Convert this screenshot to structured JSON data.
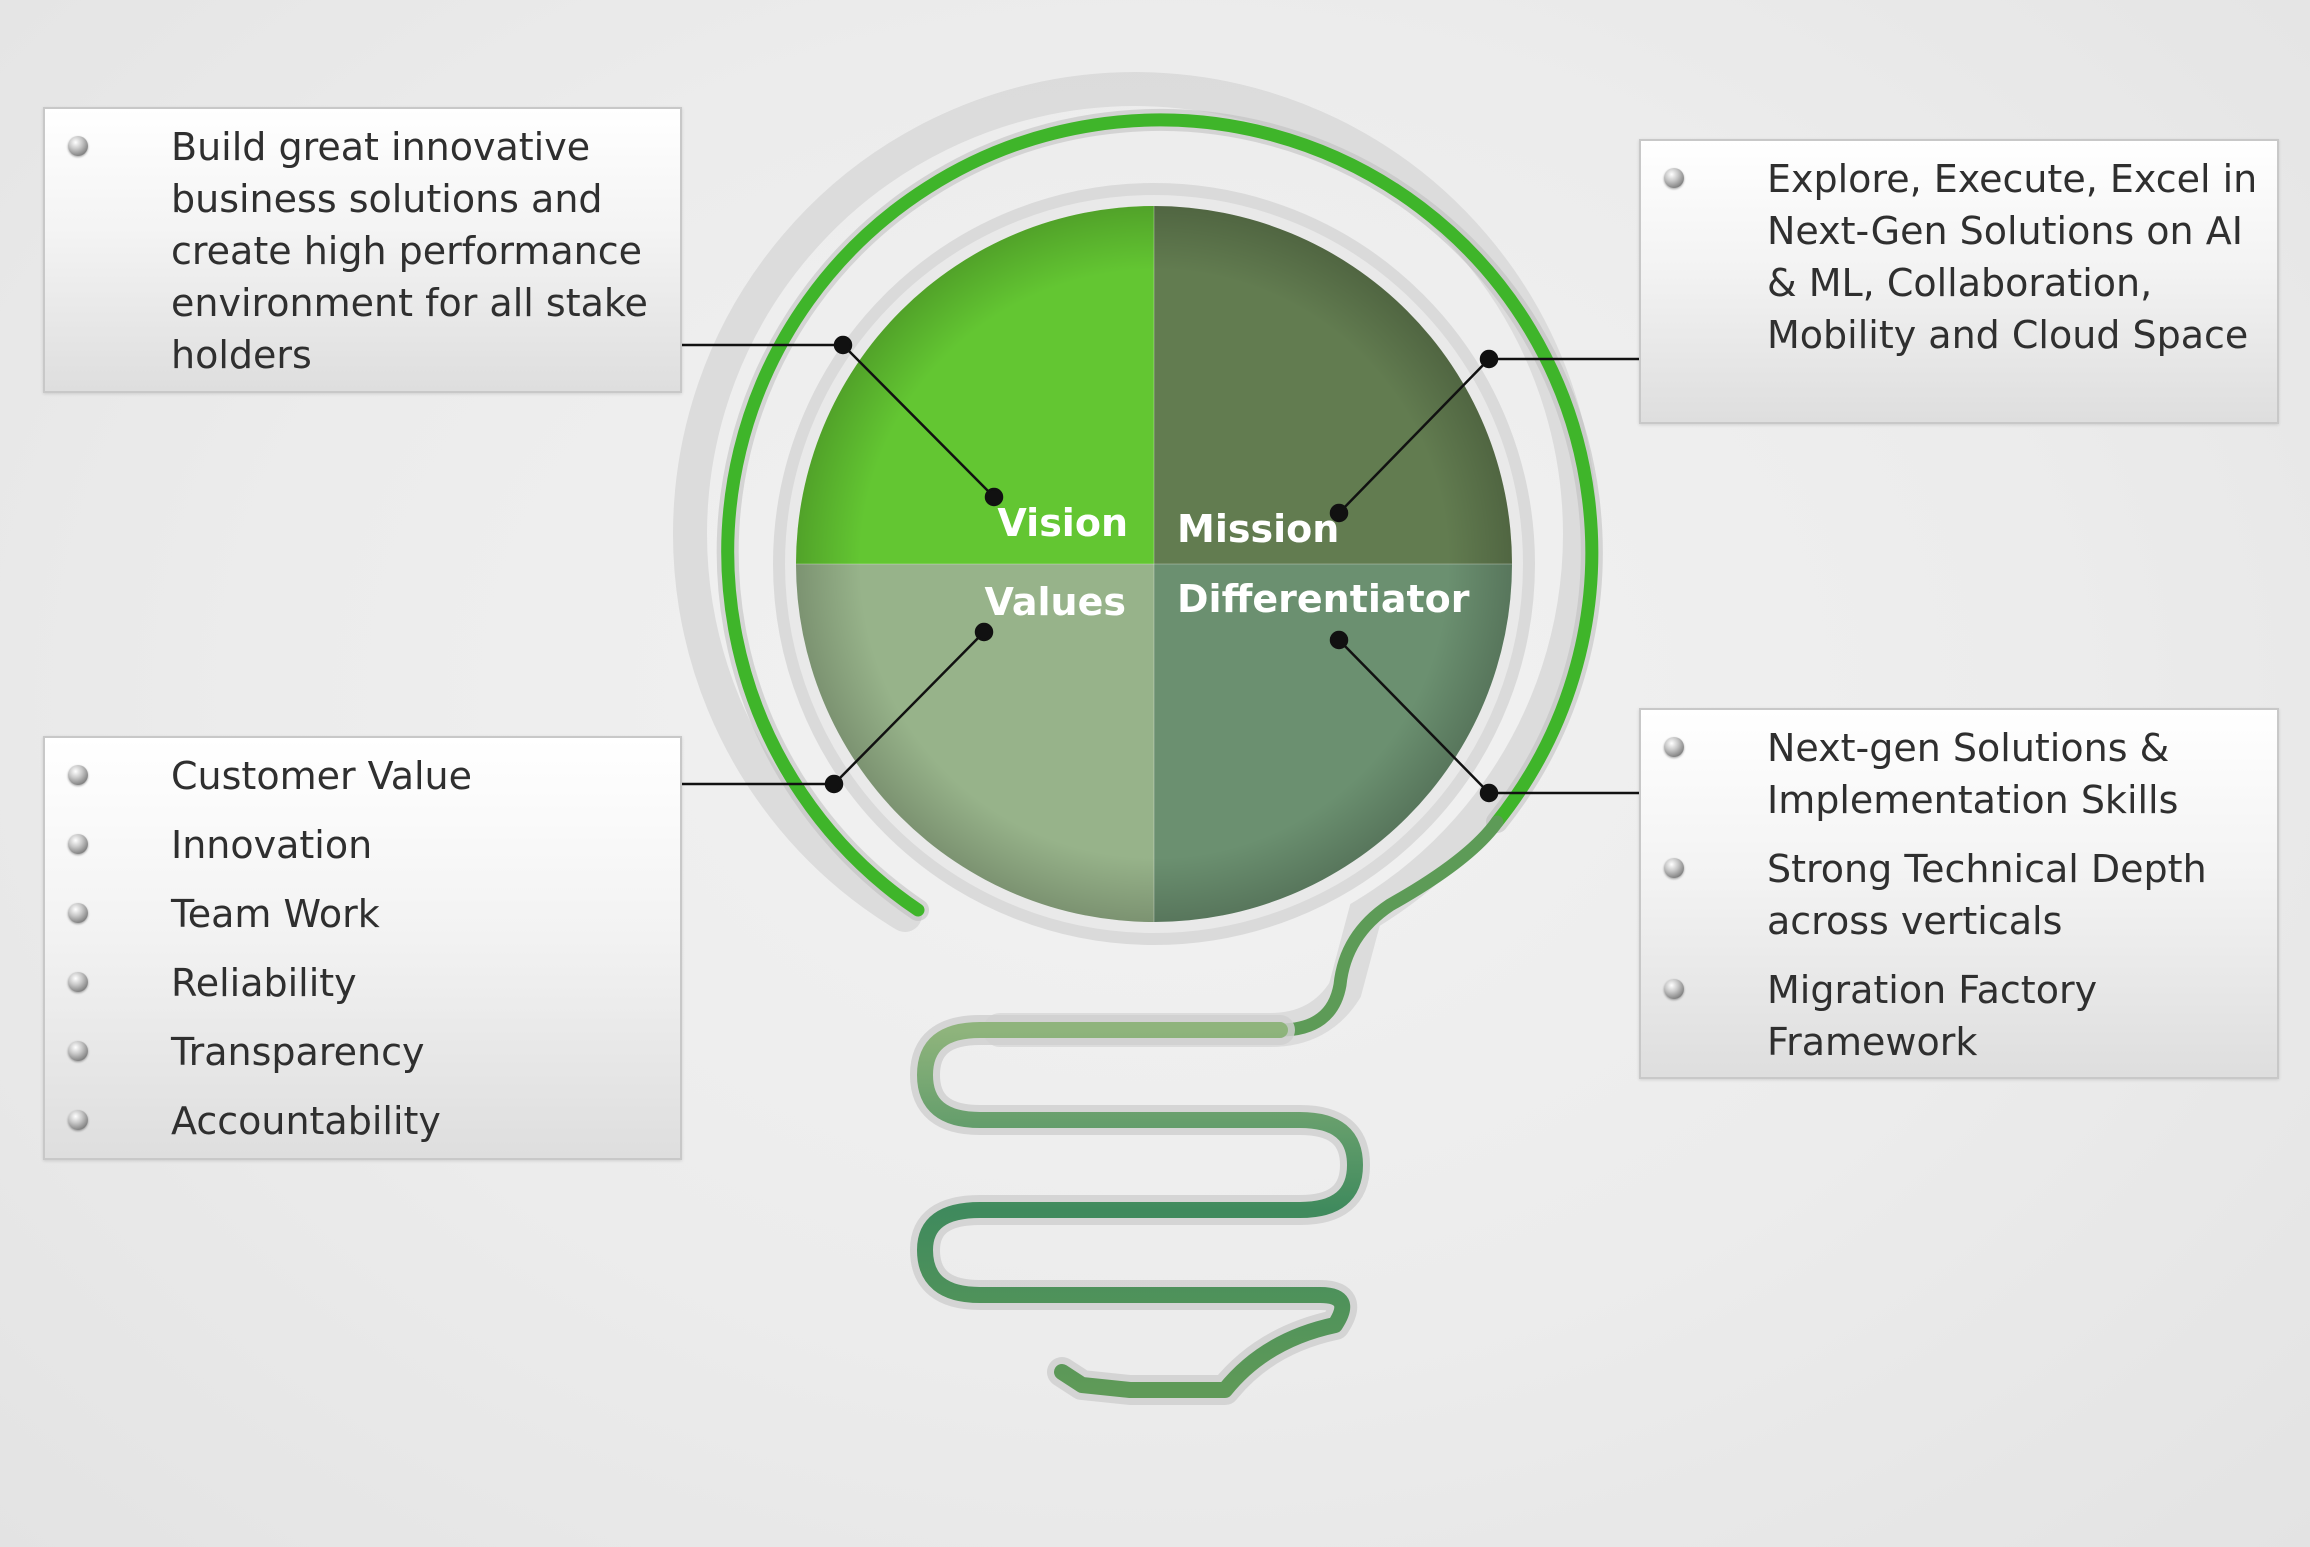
{
  "quadrants": {
    "vision": "Vision",
    "mission": "Mission",
    "values": "Values",
    "differentiator": "Differentiator"
  },
  "vision_box": {
    "items": [
      "Build great innovative business solutions and create high performance environment for all stake holders"
    ]
  },
  "mission_box": {
    "items": [
      "Explore, Execute, Excel in Next-Gen Solutions on AI & ML, Collaboration, Mobility and Cloud Space"
    ]
  },
  "values_box": {
    "items": [
      "Customer Value",
      "Innovation",
      "Team Work",
      "Reliability",
      "Transparency",
      "Accountability"
    ]
  },
  "differentiator_box": {
    "items": [
      "Next-gen Solutions & Implementation Skills",
      "Strong Technical Depth across verticals",
      "Migration Factory Framework"
    ]
  },
  "colors": {
    "vision": "#63c632",
    "mission": "#627c50",
    "values": "#97b38a",
    "differentiator": "#6b9070",
    "ring": "#3fb52a",
    "bullet": "#8a8a8a"
  },
  "icons": {
    "bullet": "sphere-bullet-icon"
  }
}
